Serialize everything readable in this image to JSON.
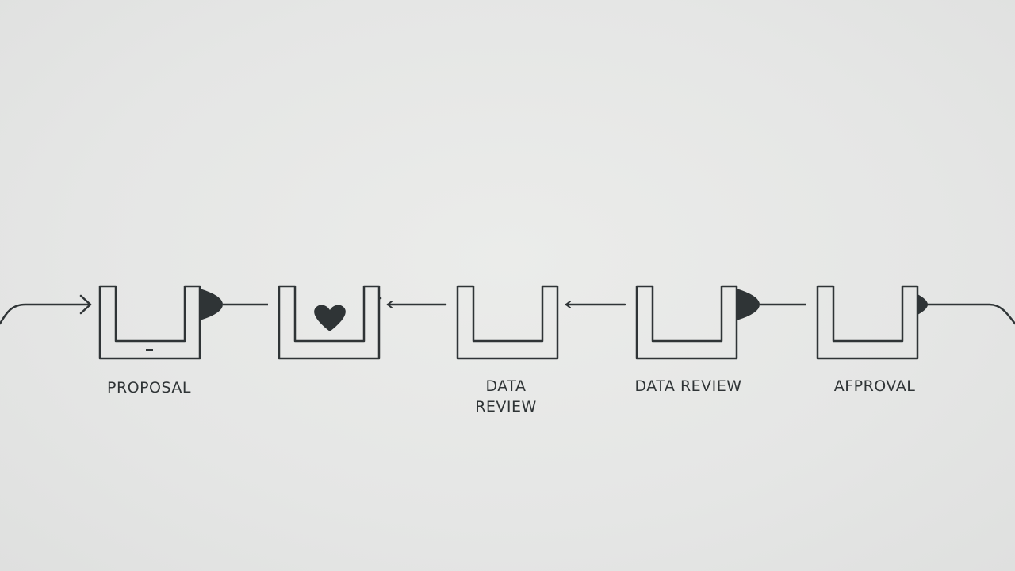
{
  "diagram": {
    "colors": {
      "background": "#e6e7e6",
      "stroke": "#2f3436",
      "fill": "#2f3436"
    },
    "stages": [
      {
        "label": "PROPOSAL",
        "icon": "empty-slot"
      },
      {
        "label": "",
        "icon": "heart-icon"
      },
      {
        "label": "DATA\nREVIEW",
        "icon": "empty-slot"
      },
      {
        "label": "DATA REVIEW",
        "icon": "empty-slot"
      },
      {
        "label": "AFPROVAL",
        "icon": "empty-slot"
      }
    ]
  }
}
